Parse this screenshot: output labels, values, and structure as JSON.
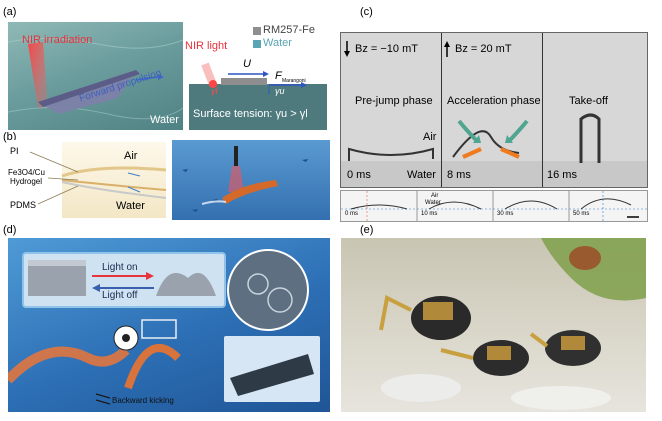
{
  "figure": {
    "panels": {
      "a": {
        "label": "(a)",
        "nir_irradiation": "NIR irradiation",
        "forward_propulsion": "Forward propulsion",
        "water": "Water",
        "nir_light": "NIR light",
        "legend_rm": "RM257-Fe",
        "legend_water": "Water",
        "u": "U",
        "f": "F",
        "f_sub": "Marangoni",
        "gamma_l": "γl",
        "gamma_u": "γu",
        "surface_tension": "Surface tension: γu > γl"
      },
      "b": {
        "label": "(b)",
        "pi": "PI",
        "hydrogel_1": "Fe3O4/Cu",
        "hydrogel_2": "Hydrogel",
        "pdms": "PDMS",
        "air": "Air",
        "water": "Water"
      },
      "c": {
        "label": "(c)",
        "field_1": "Bz = −10 mT",
        "field_2": "Bz = 20 mT",
        "phase_1": "Pre-jump phase",
        "phase_2": "Acceleration phase",
        "phase_3": "Take-off",
        "air": "Air",
        "water": "Water",
        "time_1": "0 ms",
        "time_2": "8 ms",
        "time_3": "16 ms",
        "strip_air": "Air",
        "strip_water": "Water",
        "strip_t1": "0 ms",
        "strip_t2": "10 ms",
        "strip_t3": "30 ms",
        "strip_t4": "50 ms"
      },
      "d": {
        "label": "(d)",
        "light_on": "Light on",
        "light_off": "Light off",
        "backward_kicking": "Backward kicking"
      },
      "e": {
        "label": "(e)"
      }
    },
    "colors": {
      "nir_red": "#e8323c",
      "water_blue": "#3e7fc4",
      "accent_green": "#3aa58c",
      "orange": "#f07a1e"
    }
  }
}
